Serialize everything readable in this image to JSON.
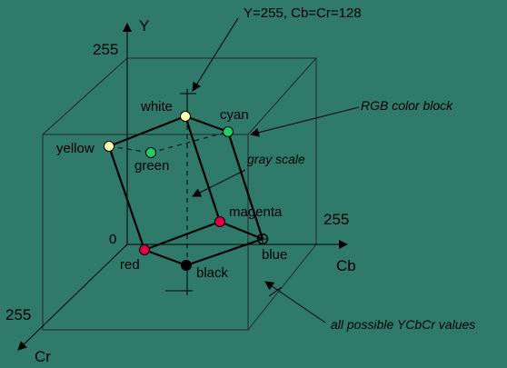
{
  "axes": {
    "y_label": "Y",
    "cb_label": "Cb",
    "cr_label": "Cr",
    "y_max": "255",
    "cb_max": "255",
    "cr_max": "255",
    "origin": "0"
  },
  "annotations": {
    "top_callout": "Y=255, Cb=Cr=128",
    "rgb_block": "RGB color block",
    "gray_scale": "gray scale",
    "all_values": "all possible YCbCr values"
  },
  "vertices": {
    "white": {
      "label": "white",
      "color": "#ffffb0"
    },
    "cyan": {
      "label": "cyan",
      "color": "#22cc66"
    },
    "yellow": {
      "label": "yellow",
      "color": "#ffffb0"
    },
    "green": {
      "label": "green",
      "color": "#22cc66"
    },
    "magenta": {
      "label": "magenta",
      "color": "#e0004a"
    },
    "red": {
      "label": "red",
      "color": "#e0004a"
    },
    "black": {
      "label": "black",
      "color": "#000000"
    },
    "blue": {
      "label": "blue",
      "color": "#000000"
    }
  },
  "colors": {
    "background": "#2f7a6a",
    "line": "#000000"
  }
}
